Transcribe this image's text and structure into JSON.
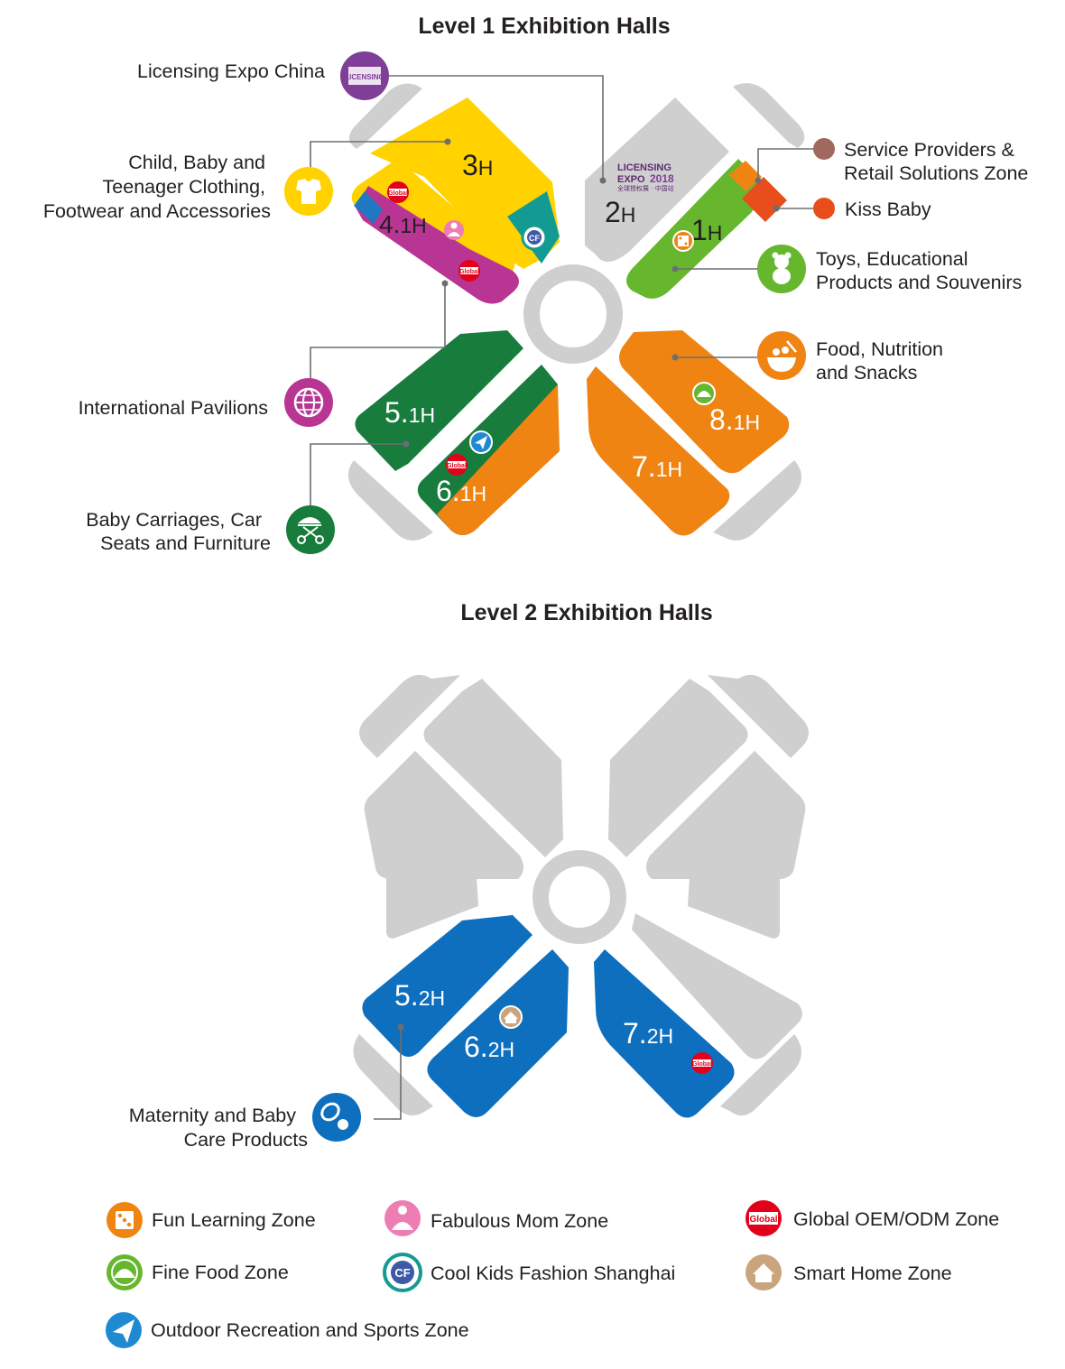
{
  "level1": {
    "title": "Level 1  Exhibition Halls",
    "halls": {
      "h3": {
        "num": "3",
        "unit": "H"
      },
      "h2": {
        "num": "2",
        "unit": "H"
      },
      "h1": {
        "num": "1",
        "unit": "H"
      },
      "h41": {
        "num": "4.",
        "sub": "1",
        "unit": "H"
      },
      "h51": {
        "num": "5.",
        "sub": "1",
        "unit": "H"
      },
      "h61": {
        "num": "6.",
        "sub": "1",
        "unit": "H"
      },
      "h71": {
        "num": "7.",
        "sub": "1",
        "unit": "H"
      },
      "h81": {
        "num": "8.",
        "sub": "1",
        "unit": "H"
      }
    },
    "callouts": {
      "licensing": [
        "Licensing Expo China"
      ],
      "clothing": [
        "Child, Baby and",
        "Teenager Clothing,",
        "Footwear and Accessories"
      ],
      "pavilions": [
        "International Pavilions"
      ],
      "carriages": [
        "Baby Carriages, Car",
        "Seats and Furniture"
      ],
      "service": [
        "Service Providers &",
        "Retail Solutions Zone"
      ],
      "kiss": [
        "Kiss Baby"
      ],
      "toys": [
        "Toys, Educational",
        "Products and Souvenirs"
      ],
      "food": [
        "Food, Nutrition",
        "and Snacks"
      ]
    },
    "licensing_logo": {
      "line1": "LICENSING",
      "line2": "EXPO",
      "year": "2018",
      "cn": "全球授权展 · 中国站"
    }
  },
  "level2": {
    "title": "Level 2  Exhibition Halls",
    "halls": {
      "h52": {
        "num": "5.",
        "sub": "2",
        "unit": "H"
      },
      "h62": {
        "num": "6.",
        "sub": "2",
        "unit": "H"
      },
      "h72": {
        "num": "7.",
        "sub": "2",
        "unit": "H"
      }
    },
    "callouts": {
      "maternity": [
        "Maternity and Baby",
        "Care Products"
      ]
    }
  },
  "legend": {
    "fun_learning": "Fun Learning Zone",
    "fabulous_mom": "Fabulous Mom Zone",
    "global_oem": "Global OEM/ODM Zone",
    "fine_food": "Fine Food Zone",
    "cool_kids": "Cool Kids Fashion Shanghai",
    "smart_home": "Smart Home Zone",
    "outdoor": "Outdoor Recreation and Sports Zone"
  },
  "badge_text": {
    "global": "Global",
    "cf": "CF"
  },
  "colors": {
    "yellow": "#ffd200",
    "purple": "#b83594",
    "blue": "#1f78c1",
    "dark_green": "#187c3d",
    "orange": "#f08413",
    "light_green": "#66b72e",
    "teal": "#139b93",
    "red_orange": "#e84e1b",
    "brown": "#a0695f",
    "violet": "#7f3f98",
    "level2_blue": "#0d6fbe",
    "gray": "#cfcfd0"
  }
}
